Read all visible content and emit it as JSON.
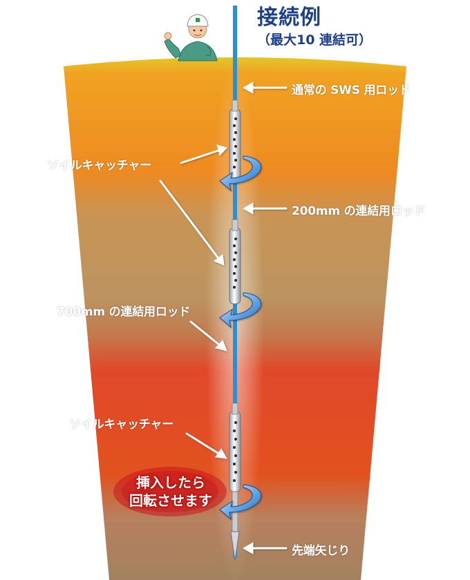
{
  "header": {
    "title": "接続例",
    "subtitle": "（最大10 連結可）"
  },
  "labels": {
    "normal_rod": "通常の SWS 用ロッド",
    "soil_catcher_1": "ソイルキャッチャー",
    "rod_200": "200mm の連結用ロッド",
    "rod_700": "700mm の連結用ロッド",
    "soil_catcher_2": "ソイルキャッチャー",
    "tip": "先端矢じり"
  },
  "badge": {
    "line1": "挿入したら",
    "line2": "回転させます"
  },
  "colors": {
    "title": "#1d3f8a",
    "rod": "#2b8fd6",
    "arrow": "#ffffff",
    "rotation_arrow": "#3a7fc9",
    "soil_top": "#f08a1c",
    "soil_brown": "#b89060",
    "soil_red": "#e24a1e",
    "soil_bottom": "#a4805e"
  },
  "icons": [
    "worker-figure",
    "rotation-arrow-icon",
    "pointer-arrow-icon"
  ]
}
